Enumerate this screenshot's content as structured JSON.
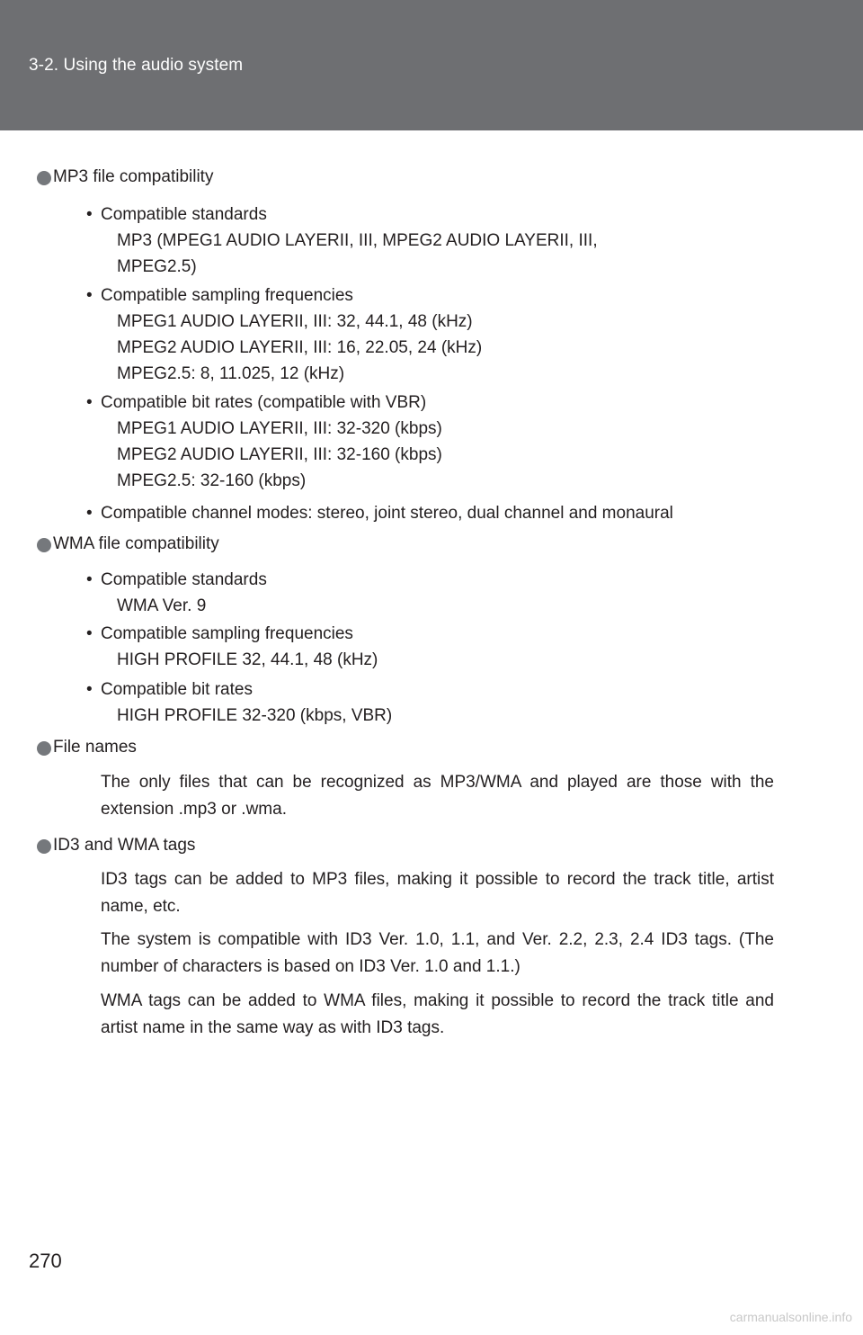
{
  "header": {
    "section": "3-2. Using the audio system"
  },
  "mp3": {
    "title": "MP3 file compatibility",
    "std_label": "Compatible standards",
    "std_1": "MP3 (MPEG1 AUDIO LAYERII, III, MPEG2 AUDIO LAYERII, III,",
    "std_2": "MPEG2.5)",
    "freq_label": "Compatible sampling frequencies",
    "freq_1": "MPEG1 AUDIO LAYERII, III: 32, 44.1, 48 (kHz)",
    "freq_2": "MPEG2 AUDIO LAYERII, III: 16, 22.05, 24 (kHz)",
    "freq_3": "MPEG2.5: 8, 11.025, 12 (kHz)",
    "bit_label": "Compatible bit rates (compatible with VBR)",
    "bit_1": "MPEG1 AUDIO LAYERII, III: 32-320 (kbps)",
    "bit_2": "MPEG2 AUDIO LAYERII, III: 32-160 (kbps)",
    "bit_3": "MPEG2.5: 32-160 (kbps)",
    "channel": "Compatible channel modes: stereo, joint stereo, dual channel and monaural"
  },
  "wma": {
    "title": "WMA file compatibility",
    "std_label": "Compatible standards",
    "std_1": "WMA Ver. 9",
    "freq_label": "Compatible sampling frequencies",
    "freq_1": "HIGH PROFILE 32, 44.1, 48 (kHz)",
    "bit_label": "Compatible bit rates",
    "bit_1": "HIGH PROFILE 32-320 (kbps, VBR)"
  },
  "filenames": {
    "title": "File names",
    "body": "The only files that can be recognized as MP3/WMA and played are those with the extension .mp3 or .wma."
  },
  "tags": {
    "title": "ID3 and WMA tags",
    "p1": "ID3 tags can be added to MP3 files, making it possible to record the track title, artist name, etc.",
    "p2": "The system is compatible with ID3 Ver. 1.0, 1.1, and Ver. 2.2, 2.3, 2.4 ID3 tags. (The number of characters is based on ID3 Ver. 1.0 and 1.1.)",
    "p3": "WMA tags can be added to WMA files, making it possible to record the track title and artist name in the same way as with ID3 tags."
  },
  "footer": {
    "page_number": "270",
    "watermark": "carmanualsonline.info"
  },
  "style": {
    "header_color": "#6e6f72",
    "bullet_color": "#75787c"
  }
}
